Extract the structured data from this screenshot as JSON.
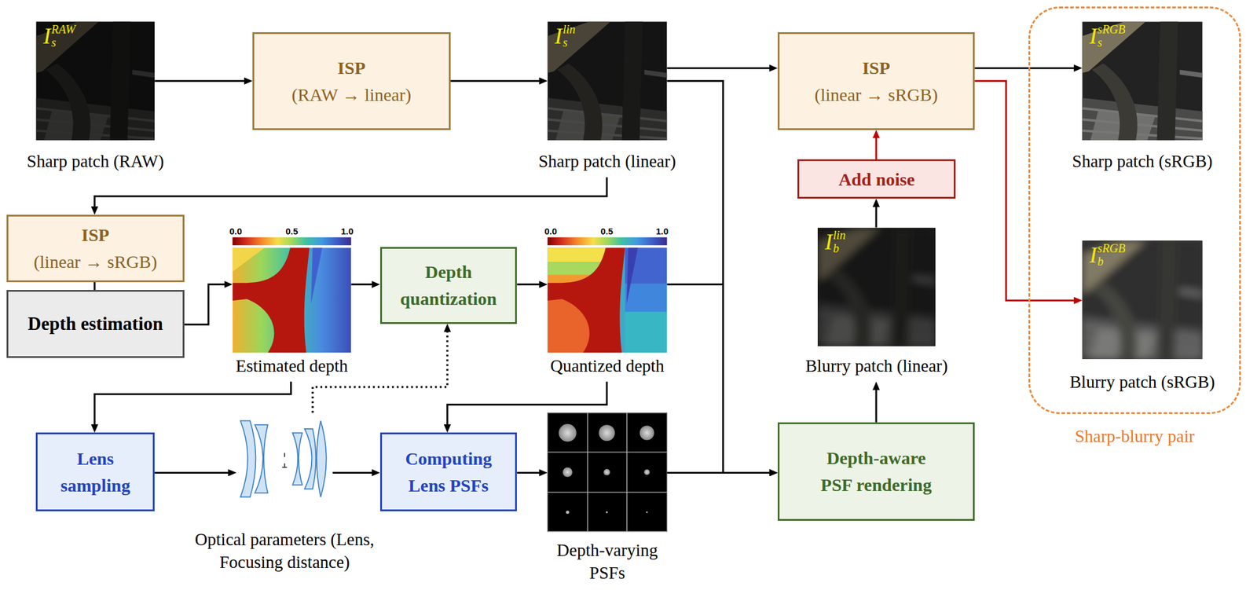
{
  "diagram": {
    "nodes": [
      {
        "text": [
          "I",
          "s",
          "RAW",
          "Sharp patch (RAW)"
        ]
      },
      {
        "text": [
          "ISP",
          "(RAW → linear)"
        ]
      },
      {
        "text": [
          "I",
          "s",
          "lin",
          "Sharp patch (linear)"
        ]
      },
      {
        "text": [
          "ISP",
          "(linear → sRGB)"
        ]
      },
      {
        "text": [
          "Sharp-blurry pair"
        ]
      },
      {
        "text": [
          "I",
          "s",
          "sRGB",
          "Sharp patch (sRGB)"
        ],
        "in": 4
      },
      {
        "text": [
          "I",
          "b",
          "sRGB",
          "Blurry patch (sRGB)"
        ],
        "in": 4
      },
      {
        "text": [
          "ISP",
          "(linear → sRGB)"
        ]
      },
      {
        "text": [
          "Depth estimation"
        ]
      },
      {
        "text": [
          "Estimated depth"
        ]
      },
      {
        "text": [
          "Depth quantization"
        ]
      },
      {
        "text": [
          "Quantized depth"
        ]
      },
      {
        "text": [
          "Add noise"
        ]
      },
      {
        "text": [
          "I",
          "b",
          "lin",
          "Blurry patch (linear)"
        ]
      },
      {
        "text": [
          "Lens sampling"
        ]
      },
      {
        "text": [
          "Optical parameters (Lens, Focusing distance)"
        ]
      },
      {
        "text": [
          "Computing Lens PSFs"
        ]
      },
      {
        "text": [
          "Depth-varying PSFs"
        ]
      },
      {
        "text": [
          "Depth-aware PSF rendering"
        ]
      }
    ],
    "edges": [
      {
        "from": 0,
        "to": 1,
        "arrow": "to"
      },
      {
        "from": 1,
        "to": 2,
        "arrow": "to"
      },
      {
        "from": 2,
        "to": 3,
        "arrow": "to"
      },
      {
        "from": 3,
        "to": 5,
        "arrow": "to"
      },
      {
        "from": 3,
        "to": 6,
        "arrow": "to"
      },
      {
        "from": 12,
        "to": 3,
        "arrow": "to"
      },
      {
        "from": 13,
        "to": 12,
        "arrow": "to"
      },
      {
        "from": 18,
        "to": 13,
        "arrow": "to"
      },
      {
        "from": 2,
        "to": 7,
        "arrow": "to"
      },
      {
        "from": 7,
        "to": 8,
        "arrow": "none"
      },
      {
        "from": 8,
        "to": 9,
        "arrow": "to"
      },
      {
        "from": 9,
        "to": 10,
        "arrow": "to"
      },
      {
        "from": 10,
        "to": 11,
        "arrow": "to"
      },
      {
        "from": 9,
        "to": 14,
        "arrow": "to"
      },
      {
        "from": 14,
        "to": 15,
        "arrow": "to"
      },
      {
        "from": 15,
        "to": 16,
        "arrow": "to"
      },
      {
        "from": 15,
        "to": 10,
        "arrow": "to"
      },
      {
        "from": 11,
        "to": 16,
        "arrow": "to"
      },
      {
        "from": 16,
        "to": 17,
        "arrow": "to"
      },
      {
        "from": 17,
        "to": 18,
        "arrow": "to"
      },
      {
        "from": 11,
        "to": 18,
        "arrow": "to"
      },
      {
        "from": 2,
        "to": 18,
        "arrow": "to"
      }
    ],
    "labels": [
      "0.0",
      "0.5",
      "1.0",
      "0.0",
      "0.5",
      "1.0"
    ]
  }
}
